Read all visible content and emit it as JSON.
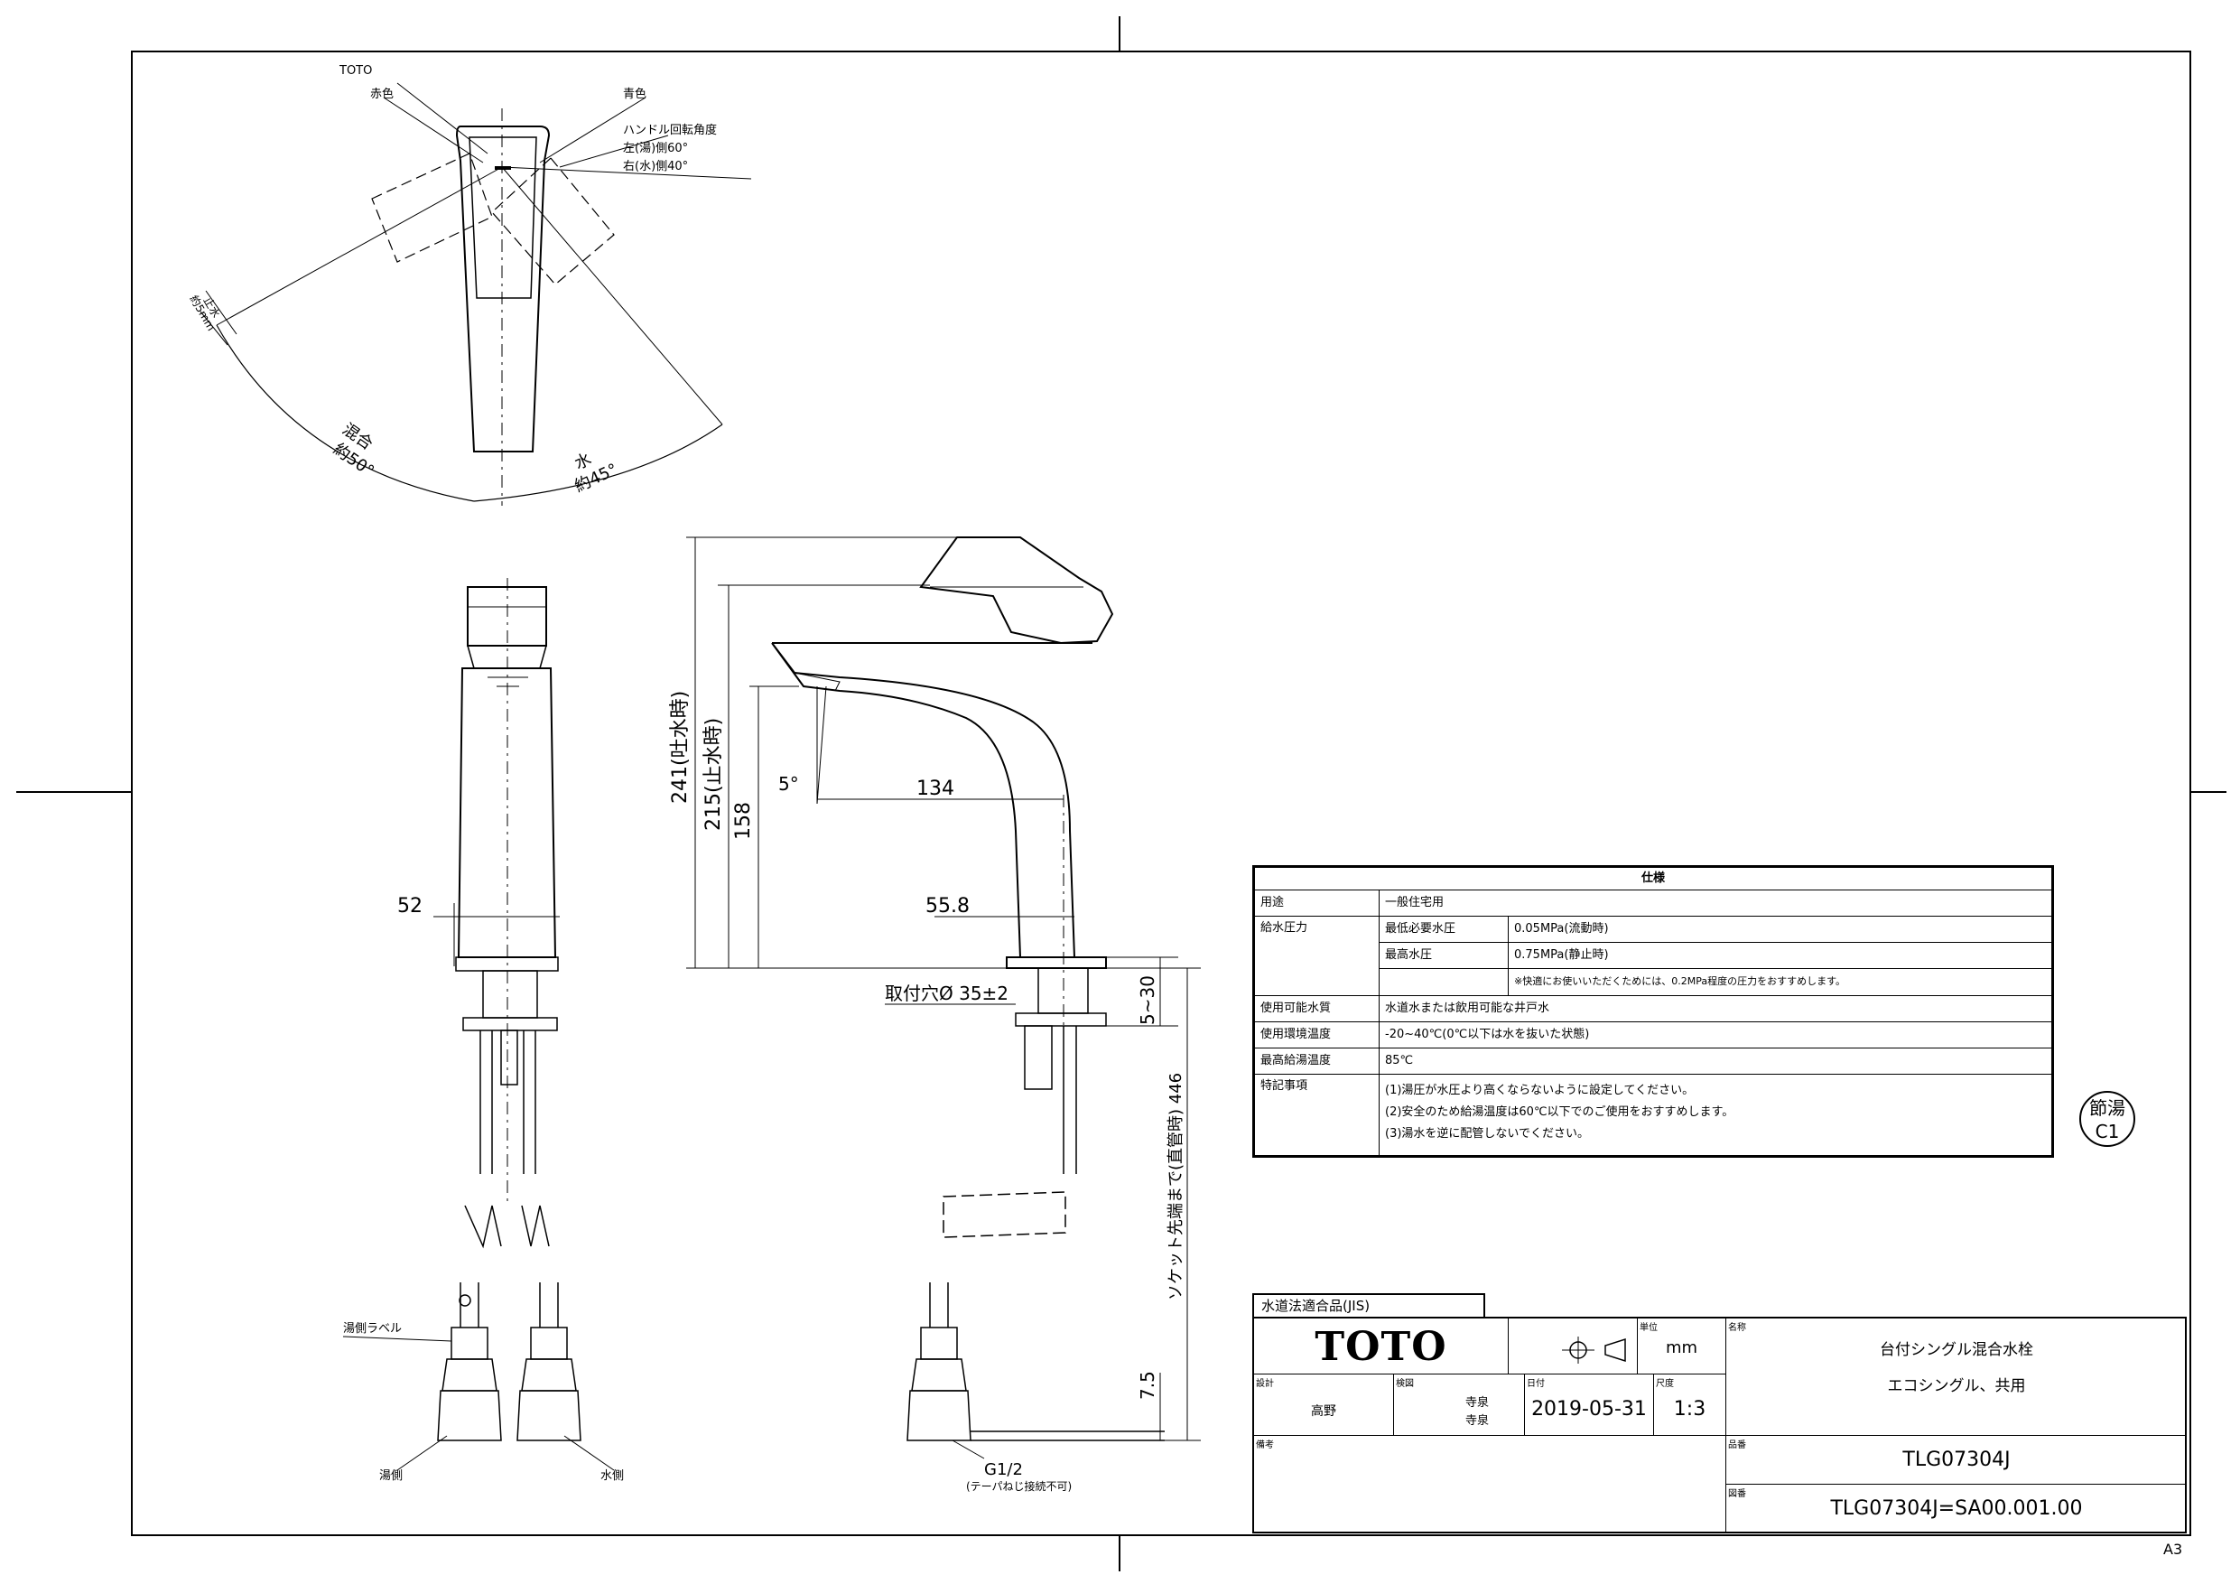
{
  "drawing": {
    "top_view": {
      "brand_mark": "TOTO",
      "red_label": "赤色",
      "blue_label": "青色",
      "handle_angle_title": "ハンドル回転角度",
      "handle_left": "左(湯)側60°",
      "handle_right": "右(水)側40°",
      "stop_label": "止水",
      "stop_value": "約5mm",
      "mix_label": "混合",
      "mix_value": "約50°",
      "water_label": "水",
      "water_value": "約45°"
    },
    "front_view": {
      "width_52": "52",
      "hot_label": "湯側ラベル",
      "hot_side": "湯側",
      "water_side": "水側"
    },
    "side_view": {
      "dim_241": "241(吐水時)",
      "dim_215": "215(止水時)",
      "dim_158": "158",
      "angle_5": "5°",
      "dim_134": "134",
      "dim_55_8": "55.8",
      "mount_hole": "取付穴Ø 35±2",
      "dim_5_30": "5~30",
      "dim_446": "ソケット先端まで(直管時) 446",
      "dim_7_5": "7.5",
      "thread": "G1/2",
      "thread_note": "(テーパねじ接続不可)"
    }
  },
  "spec_table": {
    "title": "仕様",
    "rows": {
      "usage": {
        "label": "用途",
        "value": "一般住宅用"
      },
      "supply": {
        "label": "給水圧力",
        "min_label": "最低必要水圧",
        "min_value": "0.05MPa(流動時)",
        "max_label": "最高水圧",
        "max_value": "0.75MPa(静止時)",
        "note": "※快適にお使いいただくためには、0.2MPa程度の圧力をおすすめします。"
      },
      "water": {
        "label": "使用可能水質",
        "value": "水道水または飲用可能な井戸水"
      },
      "env": {
        "label": "使用環境温度",
        "value": "-20~40℃(0℃以下は水を抜いた状態)"
      },
      "hot": {
        "label": "最高給湯温度",
        "value": "85℃"
      },
      "notes": {
        "label": "特記事項",
        "items": [
          "(1)湯圧が水圧より高くならないように設定してください。",
          "(2)安全のため給湯温度は60℃以下でのご使用をおすすめします。",
          "(3)湯水を逆に配管しないでください。"
        ]
      }
    }
  },
  "badge": {
    "line1": "節湯",
    "line2": "C1"
  },
  "title_block": {
    "jis": "水道法適合品(JIS)",
    "logo": "TOTO",
    "unit_label": "単位",
    "unit_value": "mm",
    "name_label": "名称",
    "name_value": "台付シングル混合水栓",
    "name_sub": "エコシングル、共用",
    "design_label": "設計",
    "design_value": "高野",
    "check_label": "検図",
    "check_1": "寺泉",
    "check_2": "寺泉",
    "date_label": "日付",
    "date_value": "2019-05-31",
    "scale_label": "尺度",
    "scale_value": "1:3",
    "model_label": "品番",
    "model_value": "TLG07304J",
    "remark_label": "備考",
    "drawing_label": "図番",
    "drawing_value": "TLG07304J=SA00.001.00"
  },
  "sheet_size": "A3"
}
